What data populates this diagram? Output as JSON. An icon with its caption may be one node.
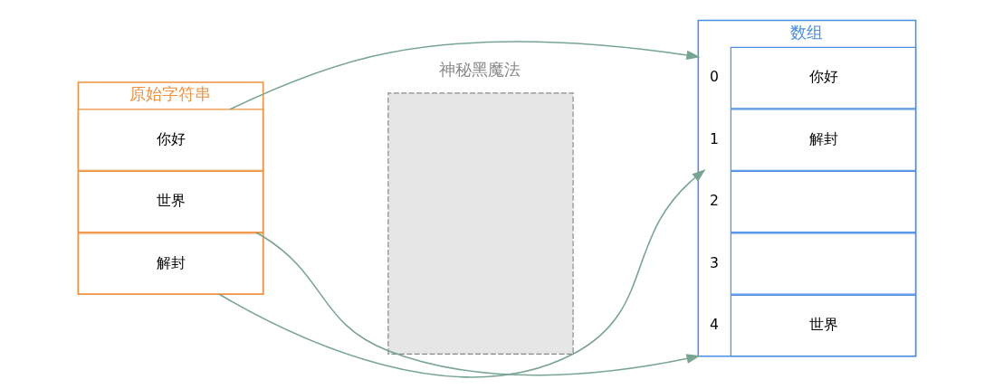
{
  "diagram": {
    "nodes": [
      {
        "text": [
          "原始字符串"
        ]
      },
      {
        "text": [
          "你好"
        ],
        "in": 0
      },
      {
        "text": [
          "世界"
        ],
        "in": 0
      },
      {
        "text": [
          "解封"
        ],
        "in": 0
      },
      {
        "text": [
          "神秘黑魔法"
        ]
      },
      {
        "text": [
          "数组"
        ]
      },
      {
        "text": [
          "你好"
        ],
        "in": 5,
        "beside": [
          "0"
        ]
      },
      {
        "text": [
          "解封"
        ],
        "in": 5,
        "beside": [
          "1"
        ]
      },
      {
        "text": [],
        "shape": "box",
        "in": 5,
        "beside": [
          "2"
        ]
      },
      {
        "text": [],
        "shape": "box",
        "in": 5,
        "beside": [
          "3"
        ]
      },
      {
        "text": [
          "世界"
        ],
        "in": 5,
        "beside": [
          "4"
        ]
      }
    ],
    "edges": [
      {
        "from": 1,
        "to": 6,
        "arrow": "to"
      },
      {
        "from": 2,
        "to": 10,
        "arrow": "to"
      },
      {
        "from": 3,
        "to": 7,
        "arrow": "to"
      }
    ]
  }
}
